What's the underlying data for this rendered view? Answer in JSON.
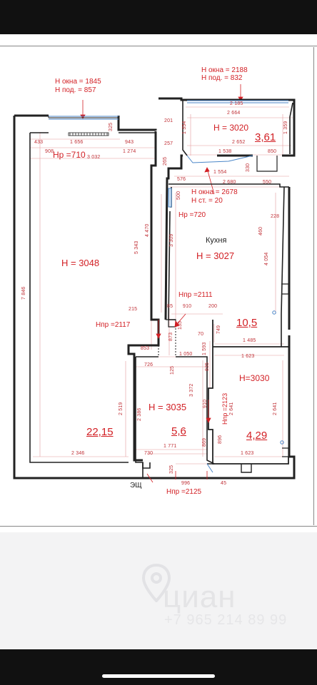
{
  "colors": {
    "wall": "#222222",
    "dimension_red": "#d21f24",
    "dimension_line": "#e39a9c",
    "window_blue": "#4a86c8",
    "background": "#ffffff"
  },
  "brand": {
    "watermark": "циан",
    "watermark_phone": "+7 965 214 89 99",
    "icon": "location-pin-icon"
  },
  "notes": {
    "window_left_h": "Н окна = 1845",
    "window_left_sill": "Н под. = 857",
    "window_top_h": "Н окна = 2188",
    "window_top_sill": "Н под. = 832",
    "window_kitchen_h": "Н окна = 2678",
    "window_kitchen_wall": "Н ст. = 20"
  },
  "rooms": {
    "big": {
      "height": "Н = 3048",
      "area": "22,15",
      "hp": "Нр =710",
      "hnp": "Нпр =2117"
    },
    "balcony": {
      "height": "Н = 3020",
      "area": "3,61"
    },
    "kitchen": {
      "name": "Кухня",
      "height": "Н = 3027",
      "hp": "Нр =720",
      "hnp": "Нпр =2111"
    },
    "hall": {
      "area": "10,5"
    },
    "small": {
      "height": "Н = 3035",
      "area": "5,6",
      "hnp": "Нпр =2125"
    },
    "bath": {
      "height": "Н=3030",
      "area": "4,29",
      "hnp": "Нпр =2123"
    },
    "shield": "ЭЩ"
  },
  "dims": {
    "d1656": "1 656",
    "d433": "433",
    "d943": "943",
    "d325a": "325",
    "d908": "908",
    "d3032": "3 032",
    "d1274": "1 274",
    "d2185": "2 185",
    "d2664": "2 664",
    "d201": "201",
    "d1354": "1 354",
    "d1359": "1 359",
    "d257": "257",
    "d2652": "2 652",
    "d265": "265",
    "d1538": "1 538",
    "d850": "850",
    "d330": "330",
    "d1554": "1 554",
    "d576": "576",
    "d2680": "2 680",
    "d550": "550",
    "d500": "500",
    "d4470": "4 470",
    "d5343": "5 343",
    "d3309": "3 309",
    "d228": "228",
    "d460": "460",
    "d4054": "4 054",
    "d7846": "7 846",
    "d215": "215",
    "d85": "85",
    "d910a": "910",
    "d200": "200",
    "d135": "135",
    "d70": "70",
    "d749": "749",
    "d873": "873",
    "d1485": "1 485",
    "d853": "853",
    "d1050": "1 050",
    "d1593": "1 593",
    "d1623a": "1 623",
    "d726": "726",
    "d125": "125",
    "d835": "835",
    "d3372": "3 372",
    "d2519": "2 519",
    "d2386": "2 386",
    "d910b": "910",
    "d2641a": "2 641",
    "d2641b": "2 641",
    "d1771": "1 771",
    "d869": "869",
    "d896": "896",
    "d2346": "2 346",
    "d730": "730",
    "d1623b": "1 623",
    "d325b": "325",
    "d996": "996",
    "d45": "45"
  }
}
